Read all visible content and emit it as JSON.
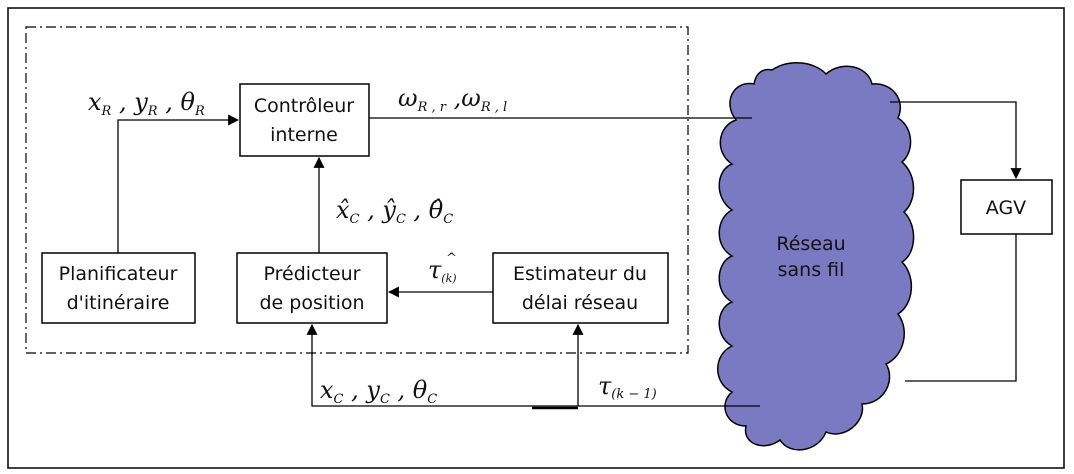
{
  "colors": {
    "cloud_fill": "#7a7ac2",
    "line": "#000000",
    "background": "#ffffff"
  },
  "blocks": {
    "controleur": {
      "line1": "Contrôleur",
      "line2": "interne"
    },
    "planificateur": {
      "line1": "Planificateur",
      "line2": "d'itinéraire"
    },
    "predicteur": {
      "line1": "Prédicteur",
      "line2": "de position"
    },
    "estimateur": {
      "line1": "Estimateur du",
      "line2": "délai réseau"
    },
    "agv": {
      "label": "AGV"
    },
    "reseau": {
      "line1": "Réseau",
      "line2": "sans fil"
    }
  },
  "signals": {
    "reference": "x_R, y_R, θ_R",
    "wheel_speeds": "ω_R,r, ω_R,l",
    "predicted_pose": "x̂_C, ŷ_C, θ̂_C",
    "estimated_delay": "τ̂_(k)",
    "measured_pose": "x_C, y_C, θ_C",
    "previous_delay": "τ_(k−1)"
  }
}
